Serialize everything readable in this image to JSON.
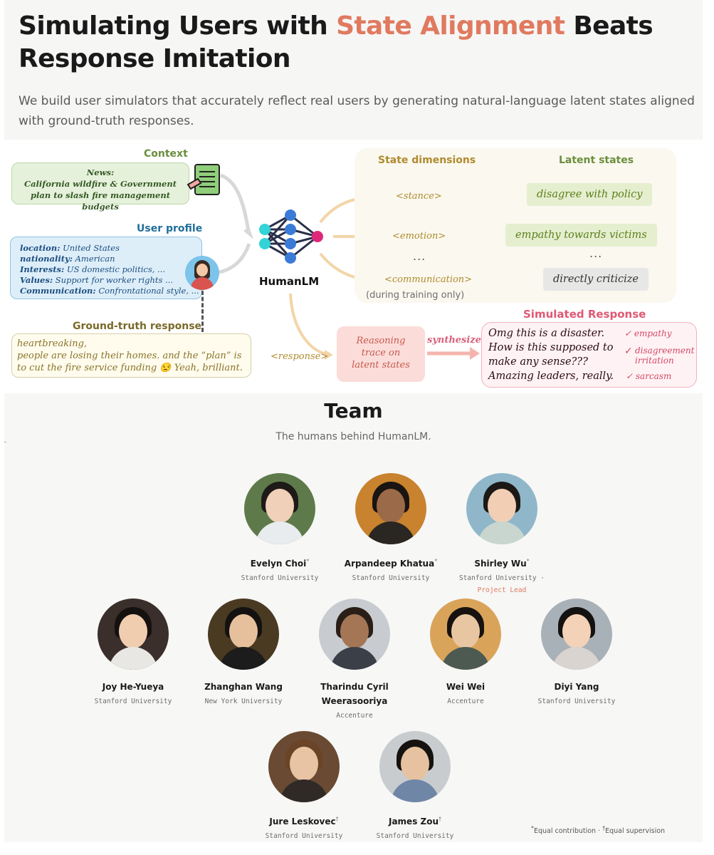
{
  "header": {
    "title_part1": "Simulating Users with ",
    "title_accent": "State Alignment",
    "title_part2": " Beats Response Imitation",
    "subtitle": "We build user simulators that accurately reflect real users by generating natural-language latent states aligned with ground-truth responses."
  },
  "figure": {
    "context_label": "Context",
    "context_text_line1": "News:",
    "context_text_line2": "California wildfire  & Government",
    "context_text_line3": "plan to slash fire management budgets",
    "profile_label": "User profile",
    "profile_lines": [
      {
        "key": "location:",
        "value": " United States"
      },
      {
        "key": "nationality:",
        "value": " American"
      },
      {
        "key": "Interests:",
        "value": " US domestic politics, ..."
      },
      {
        "key": "Values:",
        "value": " Support for worker rights ..."
      },
      {
        "key": "Communication:",
        "value": " Confrontational style, ..."
      }
    ],
    "gt_label": "Ground-truth response",
    "gt_text_line1": "heartbreaking,",
    "gt_text_line2": "people are losing their homes. and the “plan” is",
    "gt_text_line3": "to cut the fire service funding 😒 Yeah, brilliant.",
    "model_name": "HumanLM",
    "state_dimensions_header": "State dimensions",
    "latent_states_header": "Latent states",
    "dimensions": [
      "<stance>",
      "<emotion>",
      "...",
      "<communication>"
    ],
    "latents": [
      "disagree with policy",
      "empathy towards victims",
      "...",
      "directly criticize"
    ],
    "training_note": "(during training only)",
    "response_tag": "<response>",
    "reasoning_line1": "Reasoning",
    "reasoning_line2": "trace on",
    "reasoning_line3": "latent states",
    "synthesize": "synthesize",
    "simulated_label": "Simulated Response",
    "simulated_lines": [
      "Omg this is a disaster.",
      "How is this supposed to",
      "make any sense???",
      "Amazing leaders, really."
    ],
    "checks": [
      "empathy",
      "disagreement",
      "irritation",
      "sarcasm"
    ],
    "check_mark": "✓"
  },
  "team": {
    "title": "Team",
    "subtitle": "The humans behind HumanLM.",
    "members": [
      {
        "name": "Evelyn Choi",
        "mark": "*",
        "affiliation": "Stanford University",
        "role": ""
      },
      {
        "name": "Arpandeep Khatua",
        "mark": "*",
        "affiliation": "Stanford University",
        "role": ""
      },
      {
        "name": "Shirley Wu",
        "mark": "*",
        "affiliation": "Stanford University ·",
        "role": "Project Lead"
      },
      {
        "name": "Joy He-Yueya",
        "mark": "",
        "affiliation": "Stanford University",
        "role": ""
      },
      {
        "name": "Zhanghan Wang",
        "mark": "",
        "affiliation": "New York University",
        "role": ""
      },
      {
        "name": "Tharindu Cyril",
        "name2": "Weerasooriya",
        "mark": "",
        "affiliation": "Accenture",
        "role": ""
      },
      {
        "name": "Wei Wei",
        "mark": "",
        "affiliation": "Accenture",
        "role": ""
      },
      {
        "name": "Diyi Yang",
        "mark": "",
        "affiliation": "Stanford University",
        "role": ""
      },
      {
        "name": "Jure Leskovec",
        "mark": "†",
        "affiliation": "Stanford University",
        "role": ""
      },
      {
        "name": "James Zou",
        "mark": "†",
        "affiliation": "Stanford University",
        "role": ""
      }
    ],
    "footnote_star": "*",
    "footnote_equal_contribution": "Equal contribution · ",
    "footnote_dagger": "†",
    "footnote_equal_supervision": "Equal supervision"
  },
  "colors": {
    "accent": "#e07a5f",
    "context_green": "#6b8e3d",
    "profile_blue": "#1f6f9a",
    "gt_olive": "#8a7326",
    "sim_red": "#e05874"
  },
  "icons": [
    "document-icon",
    "user-avatar-icon",
    "neural-network-icon",
    "arrow-icon",
    "check-icon"
  ]
}
